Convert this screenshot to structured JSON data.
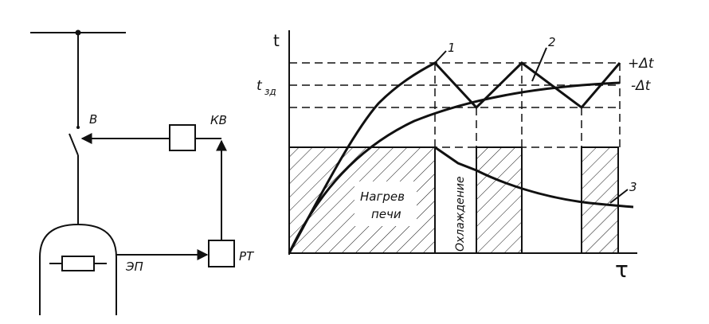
{
  "schematic": {
    "label_switch": "В",
    "label_relay": "КВ",
    "label_element": "ЭП",
    "label_regulator": "РТ"
  },
  "graph": {
    "axis_y_label": "t",
    "axis_x_label": "τ",
    "label_setpoint": "t",
    "label_setpoint_sub": "зд",
    "label_plus_delta": "+Δt",
    "label_minus_delta": "-Δt",
    "curve_label_1": "1",
    "curve_label_2": "2",
    "curve_label_3": "3",
    "label_heating_line1": "Нагрев",
    "label_heating_line2": "печи",
    "label_cooling": "Охлаждение"
  }
}
